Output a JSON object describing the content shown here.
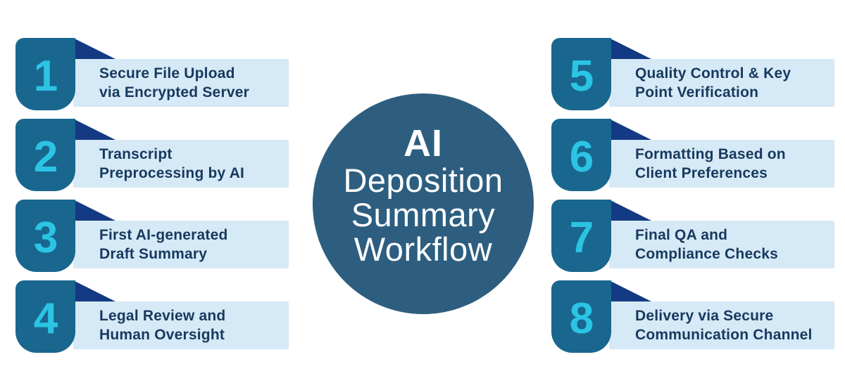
{
  "center": {
    "line1": "AI",
    "line2": "Deposition",
    "line3": "Summary",
    "line4": "Workflow"
  },
  "steps": [
    {
      "number": "1",
      "line1": "Secure File Upload",
      "line2": "via Encrypted Server"
    },
    {
      "number": "2",
      "line1": "Transcript",
      "line2": "Preprocessing by AI"
    },
    {
      "number": "3",
      "line1": "First AI-generated",
      "line2": "Draft Summary"
    },
    {
      "number": "4",
      "line1": "Legal Review and",
      "line2": "Human Oversight"
    },
    {
      "number": "5",
      "line1": "Quality Control & Key",
      "line2": "Point Verification"
    },
    {
      "number": "6",
      "line1": "Formatting Based on",
      "line2": "Client Preferences"
    },
    {
      "number": "7",
      "line1": "Final QA and",
      "line2": "Compliance Checks"
    },
    {
      "number": "8",
      "line1": "Delivery via Secure",
      "line2": "Communication Channel"
    }
  ],
  "colors": {
    "number_block": "#19678e",
    "fold": "#133a82",
    "number_text": "#2bc4e4",
    "bar_background": "#d6e9f6",
    "bar_text": "#17395e",
    "circle_background": "#2d5e80",
    "circle_text": "#ffffff",
    "page_background": "#ffffff"
  }
}
